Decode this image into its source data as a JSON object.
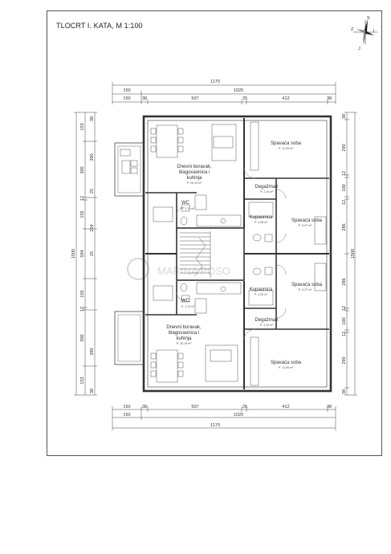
{
  "title": "TLOCRT I. KATA, M 1:100",
  "watermark": "MARINA POSO",
  "compass_letters": [
    "S",
    "I",
    "J",
    "Z"
  ],
  "dimensions": {
    "top": {
      "overall": "1170",
      "inner": "1020",
      "segments": [
        "150",
        "38",
        "507",
        "25",
        "412",
        "38"
      ]
    },
    "bottom": {
      "overall": "1170",
      "inner": "1020",
      "segments": [
        "150",
        "38",
        "507",
        "25",
        "412",
        "38"
      ]
    },
    "left": {
      "overall": "1500",
      "chain": [
        "153",
        "300",
        "12",
        "155",
        "594",
        "155",
        "12",
        "300",
        "153"
      ],
      "inner": [
        "38",
        "390",
        "25",
        "254",
        "25",
        "390",
        "38"
      ]
    },
    "right": {
      "overall": "1500",
      "chain": [
        "38",
        "290",
        "12",
        "100",
        "12",
        "286",
        "286",
        "12",
        "100",
        "12",
        "290",
        "38"
      ]
    }
  },
  "rooms": [
    {
      "name": "Dnevni boravak, blagovaonica i kuhinja",
      "lines": [
        "Dnevni boravak,",
        "blagovaonica i",
        "kuhinja"
      ],
      "area": "P: 26,19 m²"
    },
    {
      "name": "Spavaća soba",
      "lines": [
        "Spavaća soba"
      ],
      "area": "P: 11,95 m²"
    },
    {
      "name": "Degažman",
      "lines": [
        "Degažman"
      ],
      "area": "P: 3,10 m²"
    },
    {
      "name": "WC",
      "lines": [
        "WC"
      ],
      "area": "P: 1,74 m²"
    },
    {
      "name": "Kupaonica",
      "lines": [
        "Kupaonica"
      ],
      "area": "P: 4,28 m²"
    },
    {
      "name": "Spavaća soba",
      "lines": [
        "Spavaća soba"
      ],
      "area": "P: 9,37 m²"
    },
    {
      "name": "Kupaonica",
      "lines": [
        "Kupaonica"
      ],
      "area": "P: 4,28 m²"
    },
    {
      "name": "Spavaća soba",
      "lines": [
        "Spavaća soba"
      ],
      "area": "P: 9,37 m²"
    },
    {
      "name": "WC",
      "lines": [
        "WC"
      ],
      "area": "P: 1,75 m²"
    },
    {
      "name": "Degažman",
      "lines": [
        "Degažman"
      ],
      "area": "P: 3,10 m²"
    },
    {
      "name": "Dnevni boravak, blagovaonica i kuhinja",
      "lines": [
        "Dnevni boravak,",
        "blagovaonica i",
        "kuhinja"
      ],
      "area": "P: 26,19 m²"
    },
    {
      "name": "Spavaća soba",
      "lines": [
        "Spavaća soba"
      ],
      "area": "P: 11,95 m²"
    }
  ]
}
